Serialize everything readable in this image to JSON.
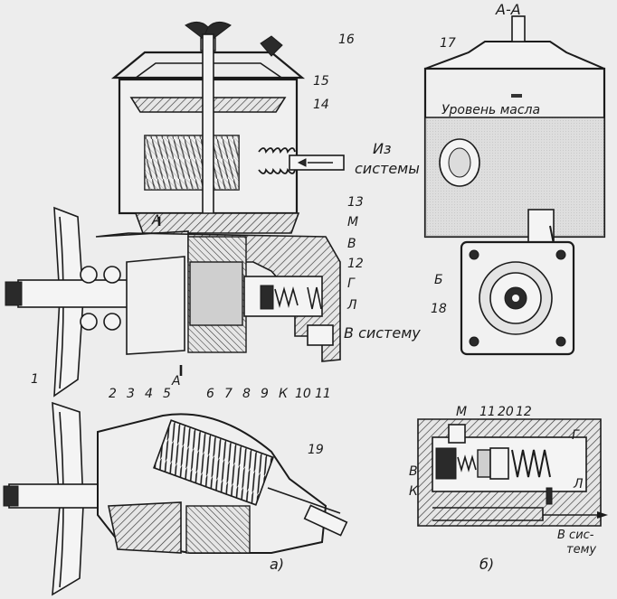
{
  "figure": {
    "section_mark": "А-А",
    "section_letter": "А",
    "oil_level_label": "Уровень масла",
    "from_system_line1": "Из",
    "from_system_line2": "системы",
    "to_system_label": "В систему",
    "to_system_b_line1": "В сис-",
    "to_system_b_line2": "тему",
    "sublabel_a": "а)",
    "sublabel_b": "б)"
  },
  "callouts": {
    "n1": "1",
    "n2": "2",
    "n3": "3",
    "n4": "4",
    "n5": "5",
    "n6": "6",
    "n7": "7",
    "n8": "8",
    "n9": "9",
    "n10": "10",
    "n11": "11",
    "n12": "12",
    "n13": "13",
    "n14": "14",
    "n15": "15",
    "n16": "16",
    "n17": "17",
    "n18": "18",
    "n19": "19",
    "n20": "20",
    "M": "М",
    "V": "В",
    "G": "Г",
    "L": "Л",
    "K": "К",
    "B": "Б"
  }
}
